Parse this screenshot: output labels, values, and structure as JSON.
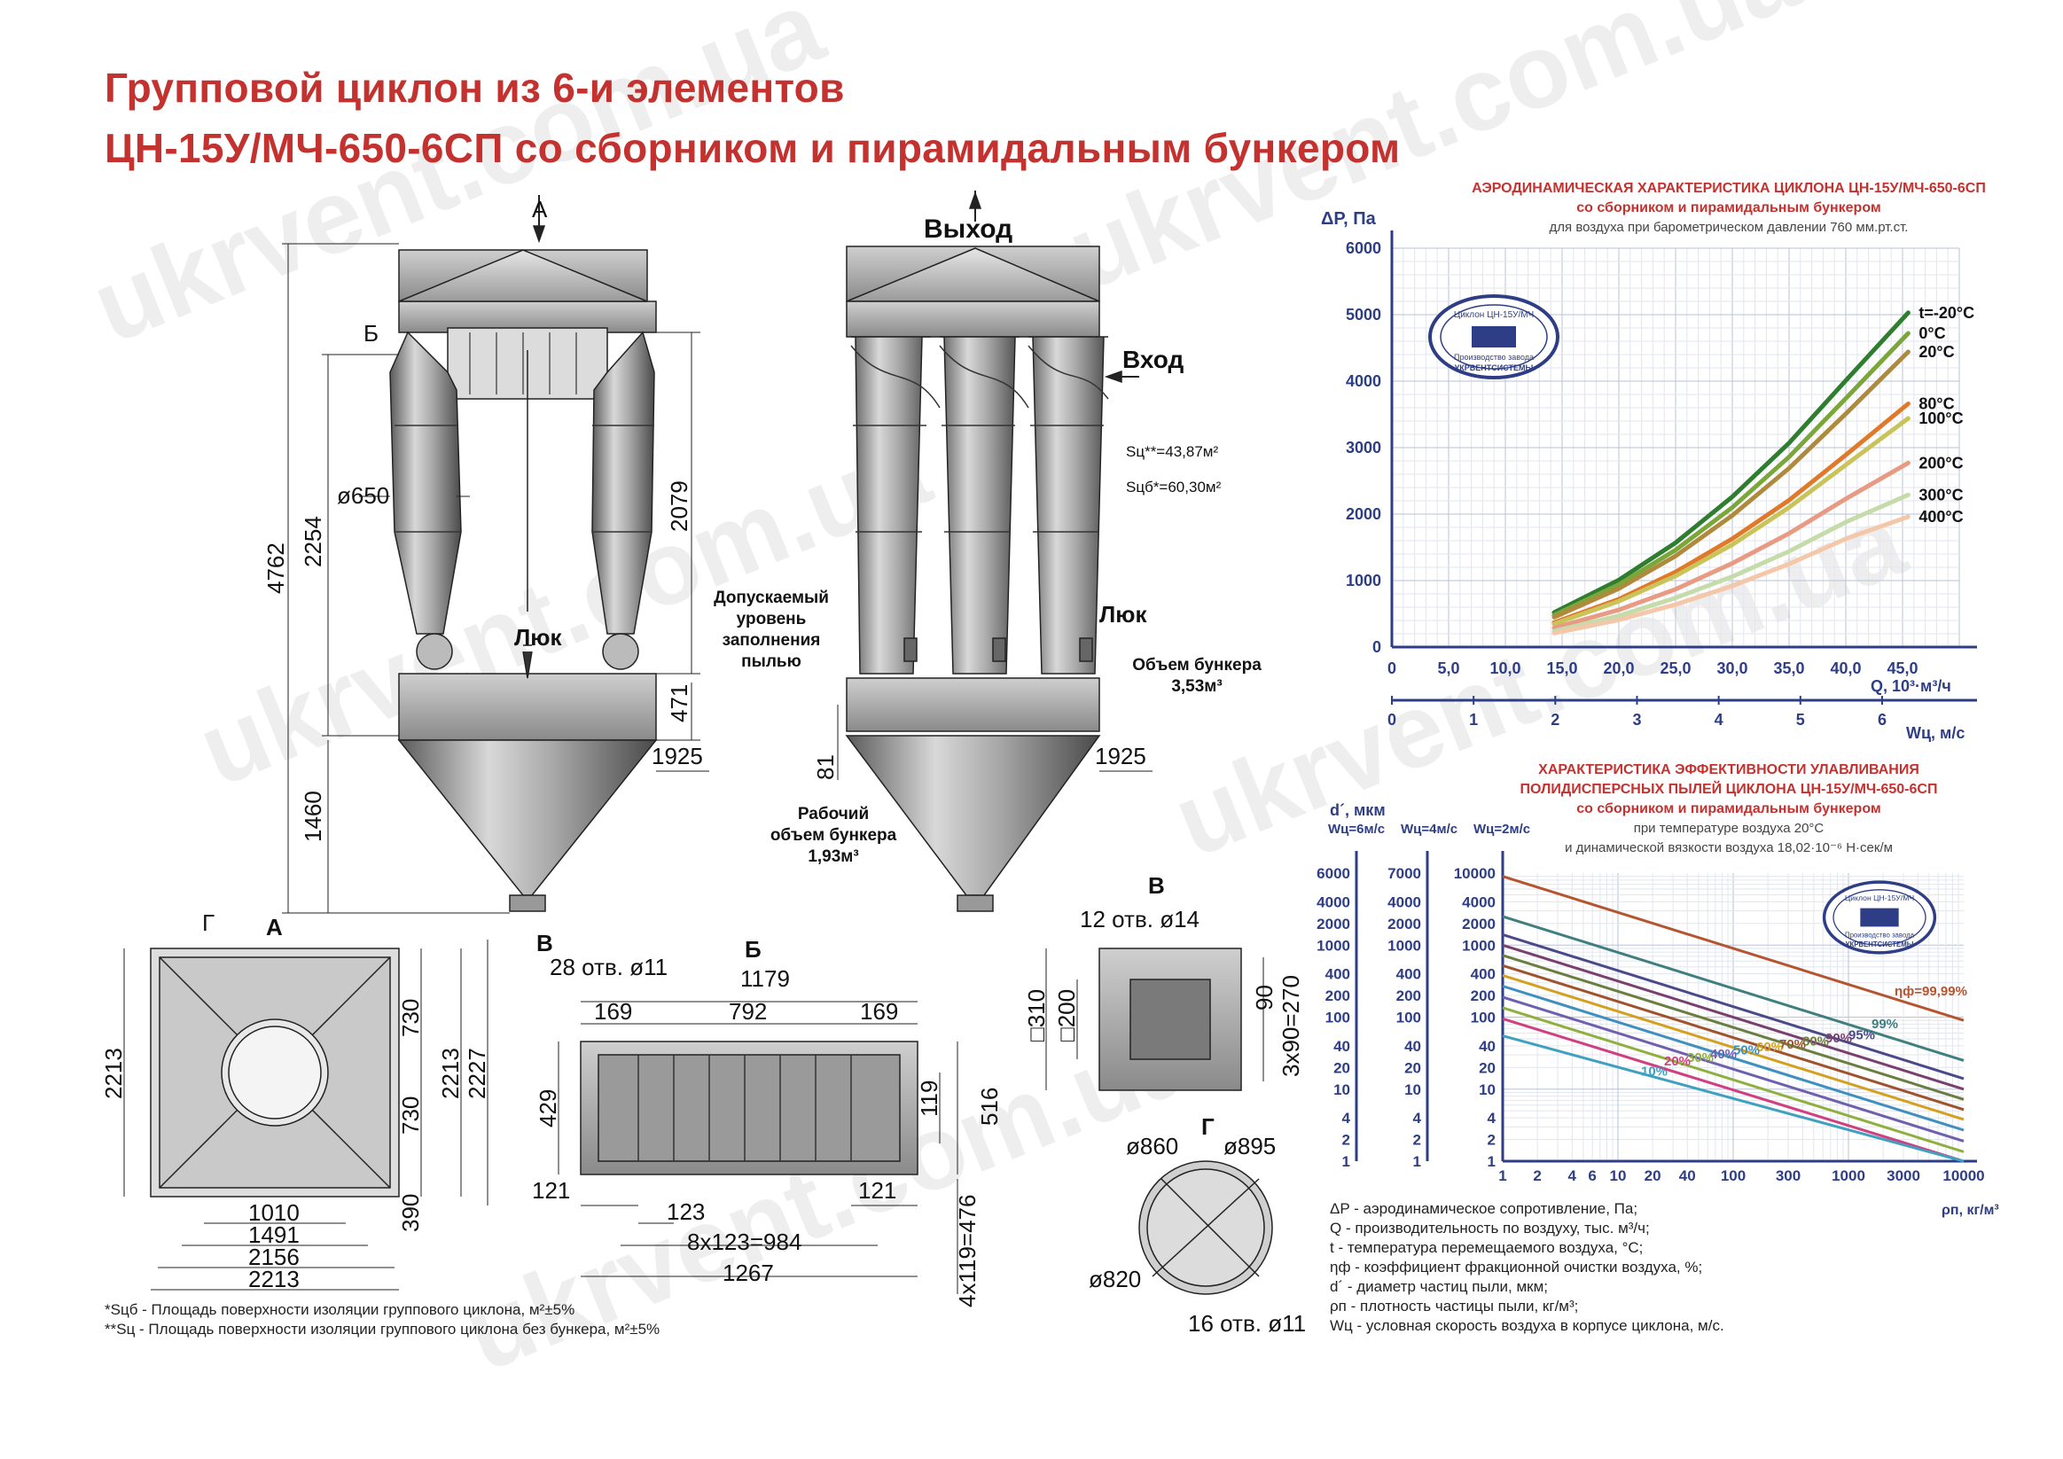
{
  "title": {
    "line1": "Групповой циклон из 6-и элементов",
    "line2": "ЦН-15У/МЧ-650-6СП со сборником и пирамидальным бункером"
  },
  "watermark": "ukrvent.com.ua",
  "drawing": {
    "front": {
      "arrow": "А",
      "hatch": "Б",
      "dia": "ø650",
      "hatch_label": "Люк",
      "dims": {
        "total": "4762",
        "mid": "2254",
        "right": "2079",
        "band": "471",
        "bottom": "1460",
        "width": "1925"
      }
    },
    "side": {
      "exit": "Выход",
      "entry": "Вход",
      "hatch_label": "Люк",
      "s1": "Sц**=43,87м²",
      "s2": "Sцб*=60,30м²",
      "dust1": "Допускаемый",
      "dust2": "уровень",
      "dust3": "заполнения",
      "dust4": "пылью",
      "vol1": "Объем бункера",
      "vol2": "3,53м³",
      "work1": "Рабочий",
      "work2": "объем бункера",
      "work3": "1,93м³",
      "d81": "81",
      "width": "1925"
    },
    "viewA": {
      "title": "А",
      "g": "Г",
      "d2213l": "2213",
      "d730a": "730",
      "d730b": "730",
      "d390": "390",
      "d2213r": "2213",
      "d2227": "2227",
      "d1010": "1010",
      "d1491": "1491",
      "d2156": "2156",
      "d2213b": "2213"
    },
    "viewB": {
      "v": "В",
      "title": "Б",
      "holes": "28 отв. ø11",
      "d1179": "1179",
      "d169a": "169",
      "d792": "792",
      "d169b": "169",
      "d429": "429",
      "d119": "119",
      "d516": "516",
      "d121a": "121",
      "d123": "123",
      "d121b": "121",
      "d984": "8x123=984",
      "d1267": "1267",
      "d476": "4x119=476"
    },
    "viewV": {
      "title": "В",
      "holes": "12 отв. ø14",
      "d310": "□310",
      "d200": "□200",
      "d90": "90",
      "d270": "3x90=270"
    },
    "viewG": {
      "title": "Г",
      "d860": "ø860",
      "d895": "ø895",
      "d820": "ø820",
      "holes": "16 отв. ø11"
    },
    "notes": {
      "n1": "*Sцб - Площадь поверхности изоляции группового циклона, м²±5%",
      "n2": "**Sц - Площадь поверхности изоляции группового циклона без бункера, м²±5%"
    }
  },
  "stamp": {
    "top": "Циклон ЦН-15У/МЧ",
    "bottom": "Производство завода",
    "company": "УКРВЕНТСИСТЕМЫ"
  },
  "chart_data": [
    {
      "type": "line",
      "title": "АЭРОДИНАМИЧЕСКАЯ ХАРАКТЕРИСТИКА ЦИКЛОНА ЦН-15У/МЧ-650-6СП",
      "subtitle1": "со сборником и пирамидальным бункером",
      "subtitle2": "для воздуха при барометрическом давлении 760 мм.рт.ст.",
      "ylabel": "ΔP, Па",
      "xlabel": "Q, 10³·м³/ч",
      "x2label": "Wц, м/с",
      "xlim": [
        0,
        50
      ],
      "ylim": [
        0,
        6000
      ],
      "xticks": [
        "0",
        "5,0",
        "10,0",
        "15,0",
        "20,0",
        "25,0",
        "30,0",
        "35,0",
        "40,0",
        "45,0"
      ],
      "yticks": [
        "0",
        "1000",
        "2000",
        "3000",
        "4000",
        "5000",
        "6000"
      ],
      "x2ticks": [
        "0",
        "1",
        "2",
        "3",
        "4",
        "5",
        "6"
      ],
      "x2_scale_q_per_w": 7.2,
      "series": [
        {
          "name": "t=-20°С",
          "color": "#2f7d2f",
          "x": [
            14.3,
            20,
            25,
            30,
            35,
            40,
            45.5
          ],
          "y": [
            520,
            1010,
            1570,
            2260,
            3070,
            4010,
            5030
          ]
        },
        {
          "name": "0°С",
          "color": "#7aa63a",
          "x": [
            14.3,
            20,
            25,
            30,
            35,
            40,
            45.5
          ],
          "y": [
            480,
            940,
            1460,
            2100,
            2860,
            3740,
            4720
          ]
        },
        {
          "name": "20°С",
          "color": "#b08a3c",
          "x": [
            14.3,
            20,
            25,
            30,
            35,
            40,
            45.5
          ],
          "y": [
            450,
            880,
            1370,
            1980,
            2690,
            3510,
            4440
          ]
        },
        {
          "name": "80°С",
          "color": "#e07a2a",
          "x": [
            14.3,
            20,
            25,
            30,
            35,
            40,
            45.5
          ],
          "y": [
            370,
            720,
            1130,
            1630,
            2210,
            2890,
            3660
          ]
        },
        {
          "name": "100°С",
          "color": "#c9c45a",
          "x": [
            14.3,
            20,
            25,
            30,
            35,
            40,
            45.5
          ],
          "y": [
            350,
            690,
            1070,
            1540,
            2100,
            2740,
            3440
          ]
        },
        {
          "name": "200°С",
          "color": "#e89a82",
          "x": [
            14.3,
            20,
            25,
            30,
            35,
            40,
            45.5
          ],
          "y": [
            290,
            560,
            870,
            1260,
            1710,
            2230,
            2770
          ]
        },
        {
          "name": "300°С",
          "color": "#c5dcaa",
          "x": [
            14.3,
            20,
            25,
            30,
            35,
            40,
            45.5
          ],
          "y": [
            240,
            470,
            740,
            1060,
            1440,
            1880,
            2290
          ]
        },
        {
          "name": "400°С",
          "color": "#f3c7a8",
          "x": [
            14.3,
            20,
            25,
            30,
            35,
            40,
            45.5
          ],
          "y": [
            210,
            410,
            640,
            920,
            1250,
            1630,
            1960
          ]
        }
      ]
    },
    {
      "type": "line",
      "title": "ХАРАКТЕРИСТИКА ЭФФЕКТИВНОСТИ УЛАВЛИВАНИЯ",
      "subtitle1": "ПОЛИДИСПЕРСНЫХ ПЫЛЕЙ ЦИКЛОНА ЦН-15У/МЧ-650-6СП",
      "subtitle2": "со сборником и пирамидальным бункером",
      "subtitle3": "при температуре воздуха 20°С",
      "subtitle4": "и динамической вязкости воздуха 18,02·10⁻⁶ Н·сек/м",
      "ylabel": "d´, мкм",
      "col1": "Wц=6м/с",
      "col2": "Wц=4м/с",
      "col3": "Wц=2м/с",
      "xlabel": "ρп, кг/м³",
      "xscale": "log",
      "yscale": "log",
      "xlim": [
        1,
        10000
      ],
      "ylim": [
        1,
        10000
      ],
      "xticks": [
        "1",
        "2",
        "4",
        "6",
        "10",
        "20",
        "40",
        "100",
        "300",
        "1000",
        "3000",
        "10000"
      ],
      "yticks3": [
        "1",
        "2",
        "4",
        "10",
        "20",
        "40",
        "100",
        "200",
        "400",
        "1000",
        "2000",
        "4000",
        "10000"
      ],
      "yticks2": [
        "1",
        "2",
        "4",
        "10",
        "20",
        "40",
        "100",
        "200",
        "400",
        "1000",
        "2000",
        "4000",
        "7000"
      ],
      "yticks1": [
        "1",
        "2",
        "4",
        "10",
        "20",
        "40",
        "100",
        "200",
        "400",
        "1000",
        "2000",
        "4000",
        "6000"
      ],
      "series": [
        {
          "name": "ηф=99,99%",
          "color": "#b5552f",
          "x": [
            1,
            10000
          ],
          "y": [
            9000,
            90
          ]
        },
        {
          "name": "99%",
          "color": "#3f7f7f",
          "x": [
            1,
            10000
          ],
          "y": [
            2500,
            25
          ]
        },
        {
          "name": "95%",
          "color": "#4a4a8a",
          "x": [
            1,
            10000
          ],
          "y": [
            1400,
            14
          ]
        },
        {
          "name": "90%",
          "color": "#7a3f6f",
          "x": [
            1,
            10000
          ],
          "y": [
            1000,
            10
          ]
        },
        {
          "name": "80%",
          "color": "#6a7f3f",
          "x": [
            1,
            10000
          ],
          "y": [
            720,
            7.2
          ]
        },
        {
          "name": "70%",
          "color": "#a0522d",
          "x": [
            1,
            10000
          ],
          "y": [
            520,
            5.2
          ]
        },
        {
          "name": "60%",
          "color": "#d4a020",
          "x": [
            1,
            10000
          ],
          "y": [
            380,
            3.8
          ]
        },
        {
          "name": "50%",
          "color": "#3f8fbf",
          "x": [
            1,
            10000
          ],
          "y": [
            270,
            2.7
          ]
        },
        {
          "name": "40%",
          "color": "#6f5faf",
          "x": [
            1,
            10000
          ],
          "y": [
            190,
            1.9
          ]
        },
        {
          "name": "30%",
          "color": "#8faf3f",
          "x": [
            1,
            10000
          ],
          "y": [
            135,
            1.35
          ]
        },
        {
          "name": "20%",
          "color": "#d03f7f",
          "x": [
            1,
            10000
          ],
          "y": [
            95,
            0.95
          ]
        },
        {
          "name": "10%",
          "color": "#3fa0bf",
          "x": [
            1,
            10000
          ],
          "y": [
            55,
            0.55
          ]
        }
      ]
    }
  ],
  "legend": [
    "ΔP - аэродинамическое сопротивление, Па;",
    "Q - производительность по воздуху, тыс. м³/ч;",
    "t - температура перемещаемого воздуха, °С;",
    "ηф - коэффициент фракционной очистки воздуха, %;",
    "d´ - диаметр частиц пыли, мкм;",
    "ρп - плотность частицы пыли, кг/м³;",
    "Wц - условная скорость воздуха в корпусе циклона, м/с."
  ]
}
